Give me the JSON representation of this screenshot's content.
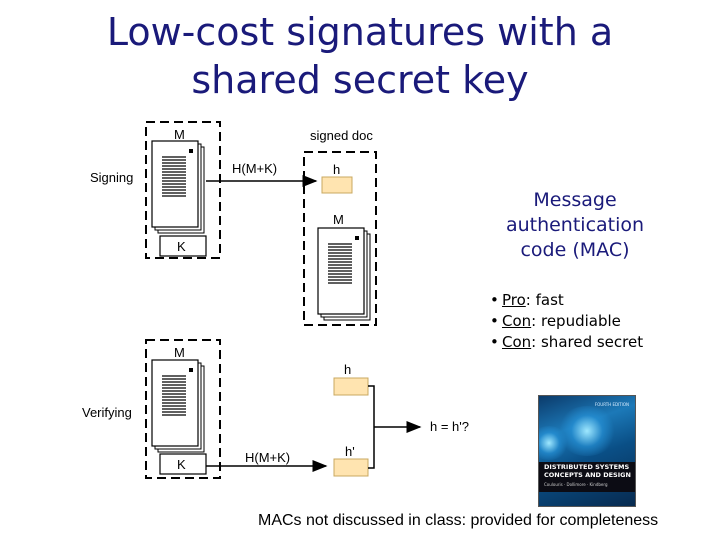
{
  "slide": {
    "title_line1": "Low-cost signatures with a",
    "title_line2": "shared secret key"
  },
  "diagram": {
    "signing_label": "Signing",
    "verifying_label": "Verifying",
    "doc_label": "M",
    "key_label": "K",
    "hash_label_signing": "H(M+K)",
    "hash_label_verifying": "H(M+K)",
    "signed_doc_label": "signed doc",
    "h_label": "h",
    "h_prime_label": "h'",
    "compare_label": "h = h'?"
  },
  "mac": {
    "title_line1": "Message",
    "title_line2": "authentication",
    "title_line3": "code (MAC)",
    "bullets": [
      {
        "bullet": "•",
        "term": "Pro",
        "text": ": fast"
      },
      {
        "bullet": "•",
        "term": "Con",
        "text": ": repudiable"
      },
      {
        "bullet": "•",
        "term": "Con",
        "text": ": shared secret"
      }
    ]
  },
  "book": {
    "title_line1": "DISTRIBUTED SYSTEMS",
    "title_line2": "CONCEPTS AND DESIGN",
    "authors": "Coulouris · Dollimore · Kindberg",
    "edition": "FOURTH EDITION"
  },
  "footnote": "MACs not discussed in class: provided for completeness",
  "colors": {
    "title": "#1a1a7a",
    "hash_box": "#ffe4b0",
    "dashed_border": "#000000"
  },
  "icons": [
    "document-icon",
    "key-box",
    "hash-box",
    "arrow-icon",
    "book-cover-image"
  ]
}
